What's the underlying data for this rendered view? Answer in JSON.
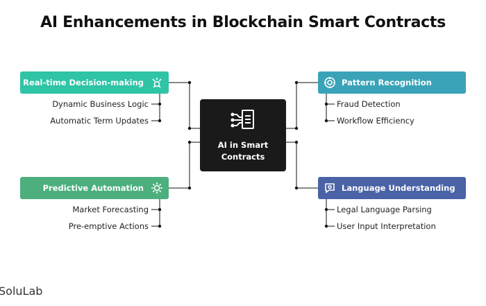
{
  "title": "AI Enhancements in Blockchain Smart Contracts",
  "center": {
    "label_line1": "AI in Smart",
    "label_line2": "Contracts",
    "icon": "ai-document-icon"
  },
  "branches": [
    {
      "id": "decision",
      "label": "Real-time Decision-making",
      "color": "#2ec4a5",
      "icon": "gear-network-icon",
      "items": [
        "Dynamic Business Logic",
        "Automatic Term Updates"
      ]
    },
    {
      "id": "predictive",
      "label": "Predictive Automation",
      "color": "#4caf7d",
      "icon": "sun-gear-icon",
      "items": [
        "Market Forecasting",
        "Pre-emptive Actions"
      ]
    },
    {
      "id": "pattern",
      "label": "Pattern Recognition",
      "color": "#3aa3b8",
      "icon": "target-pattern-icon",
      "items": [
        "Fraud Detection",
        "Workflow Efficiency"
      ]
    },
    {
      "id": "language",
      "label": "Language Understanding",
      "color": "#4a62a6",
      "icon": "speech-brain-icon",
      "items": [
        "Legal Language Parsing",
        "User Input Interpretation"
      ]
    }
  ],
  "footer": "SoluLab"
}
